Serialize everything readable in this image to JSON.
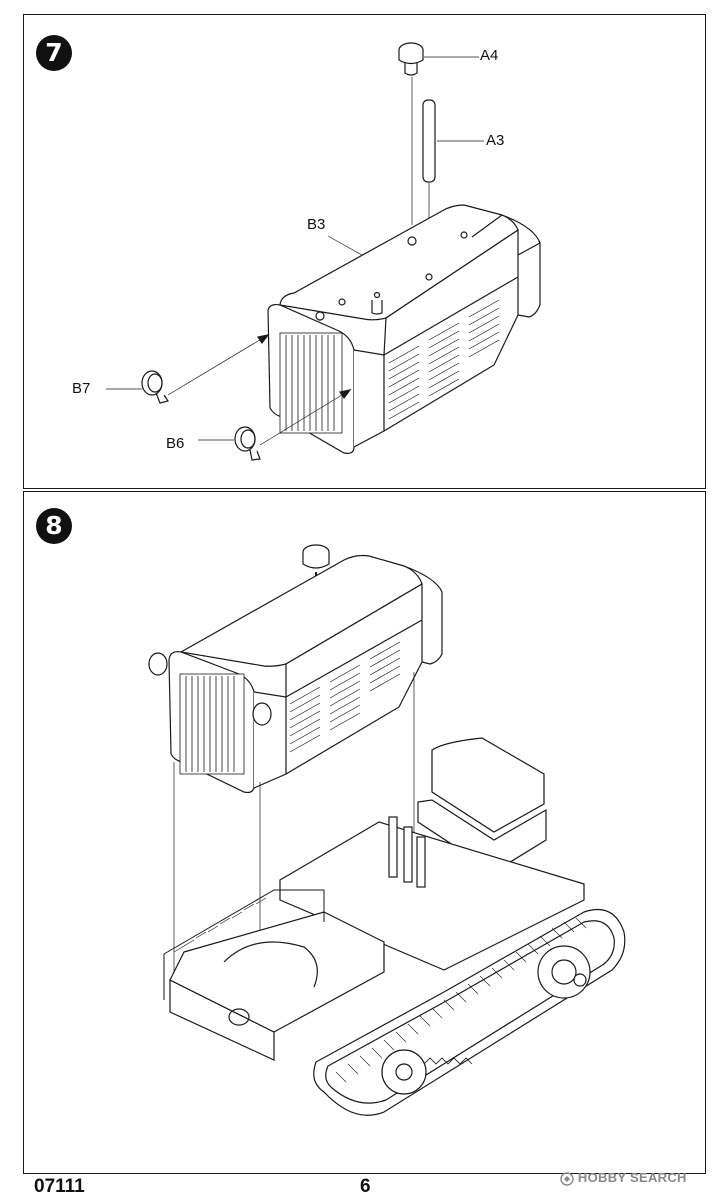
{
  "steps": [
    {
      "number": "7",
      "callouts": {
        "a4": "A4",
        "a3": "A3",
        "b3": "B3",
        "b7": "B7",
        "b6": "B6"
      }
    },
    {
      "number": "8"
    }
  ],
  "footer": {
    "kit_number": "07111",
    "page_number": "6"
  },
  "watermark": {
    "text": "HOBBY SEARCH"
  }
}
